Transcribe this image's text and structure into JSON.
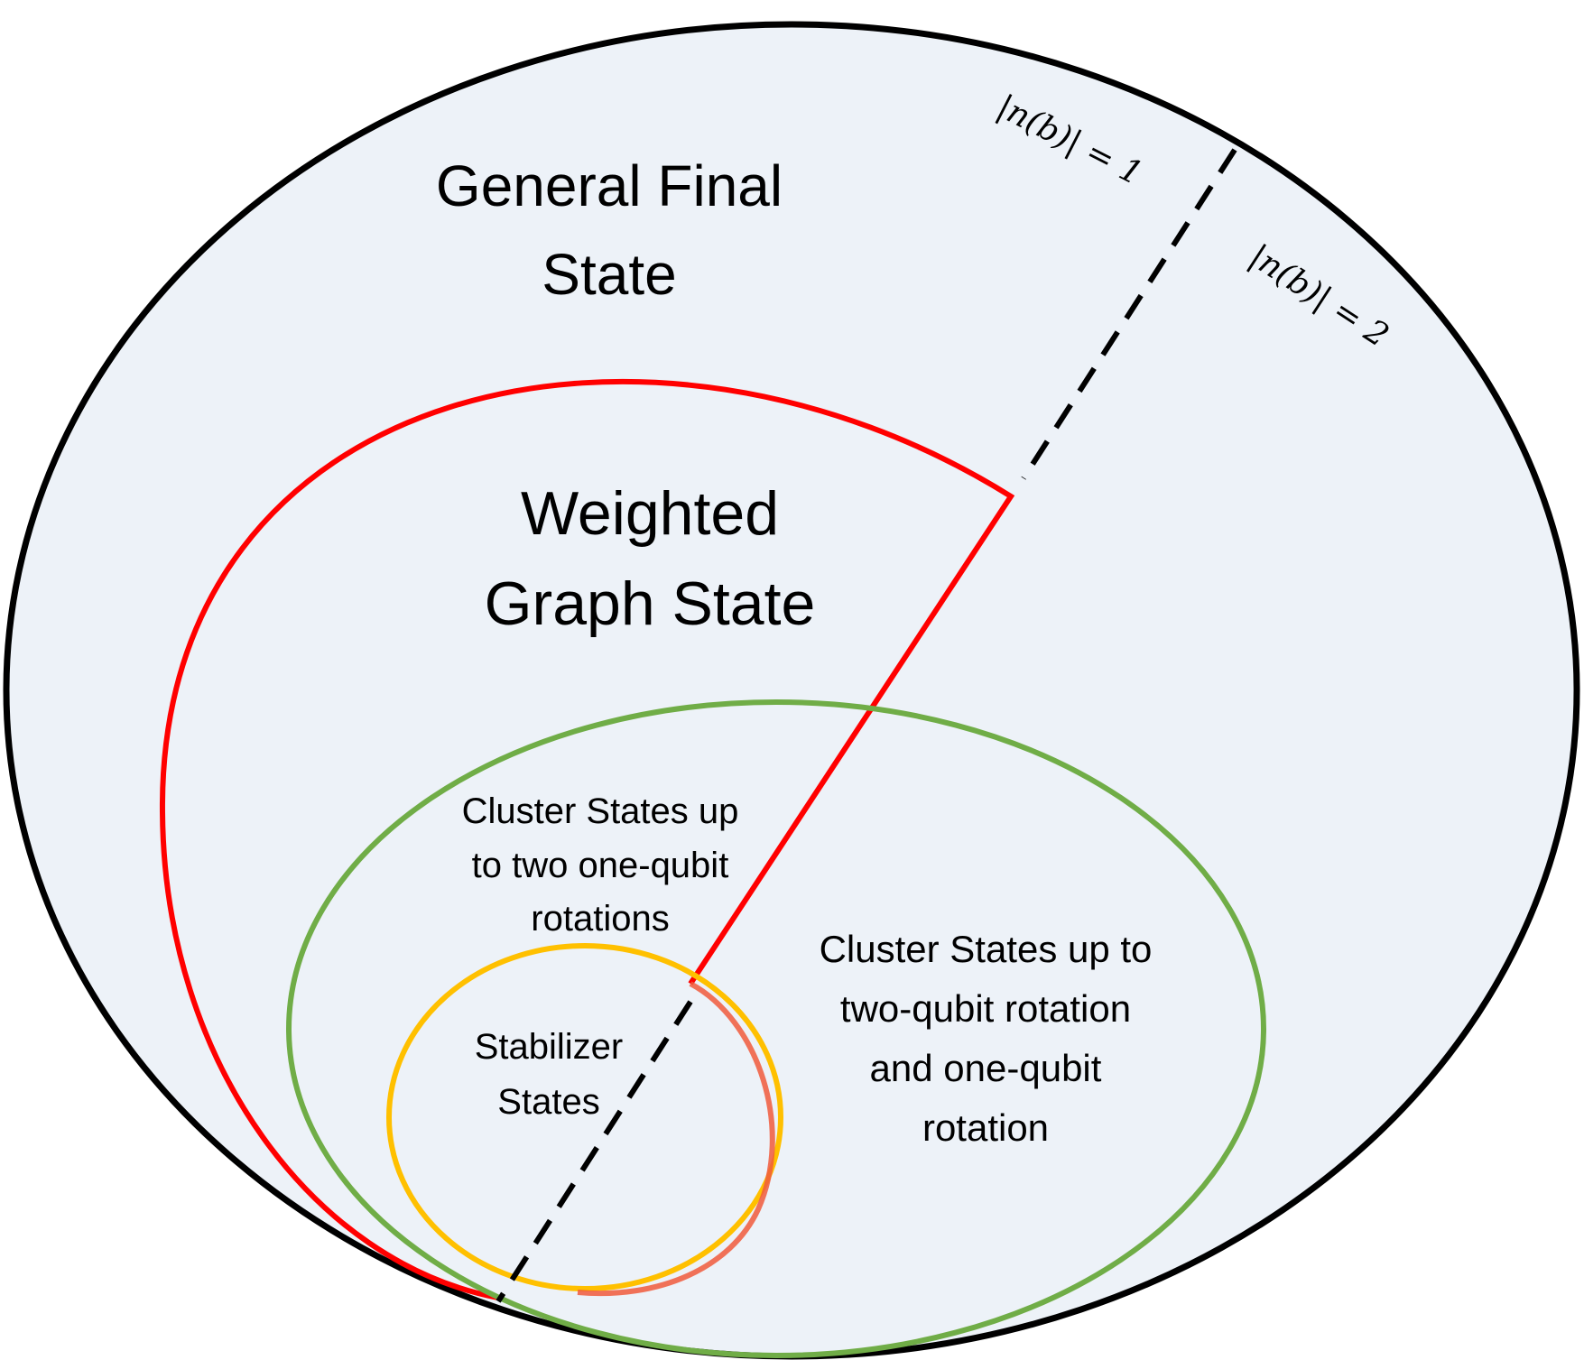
{
  "diagram": {
    "regions": {
      "general": {
        "line1": "General Final",
        "line2": "State",
        "stroke": "#000000",
        "fill": "#edf2f8"
      },
      "weighted": {
        "line1": "Weighted",
        "line2": "Graph State",
        "stroke": "#ff0000"
      },
      "cluster_one_qubit": {
        "line1": "Cluster States up",
        "line2": "to two one-qubit",
        "line3": "rotations",
        "stroke": "#70ad47"
      },
      "cluster_two_qubit": {
        "line1": "Cluster States up to",
        "line2": "two-qubit rotation",
        "line3": "and one-qubit",
        "line4": "rotation"
      },
      "stabilizer": {
        "line1": "Stabilizer",
        "line2": "States",
        "stroke": "#ffc000"
      }
    },
    "boundary_labels": {
      "n1": "|n(b)| = 1",
      "n2": "|n(b)| = 2"
    },
    "divider": {
      "style": "dashed",
      "color": "#000000"
    }
  }
}
